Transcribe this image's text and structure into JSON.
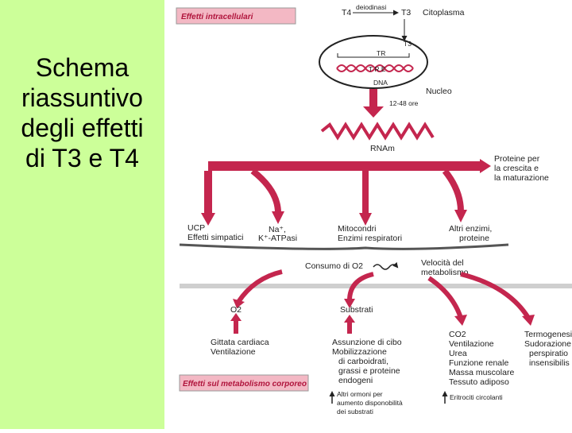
{
  "slide": {
    "title": "Schema\nriassuntivo\ndegli effetti\ndi T3 e T4"
  },
  "colors": {
    "panel": "#ccff99",
    "arrow": "#c4264e",
    "header_bar": "#f3b8c4"
  },
  "top": {
    "header": "Effetti intracellulari",
    "t4": "T4",
    "t3": "T3",
    "deiodinasi": "deiodinasi",
    "citoplasma": "Citoplasma",
    "t3_inner": "T3",
    "tr": "TR",
    "tre": "T R E",
    "dna": "DNA",
    "nucleo": "Nucleo",
    "time": "12-48 ore",
    "rnam": "RNAm"
  },
  "effects": {
    "proteine": [
      "Proteine per",
      "la crescita e",
      "la maturazione"
    ],
    "ucp": [
      "UCP",
      "Effetti simpatici"
    ],
    "na": [
      "Na⁺,",
      "K⁺-ATPasi"
    ],
    "mito": [
      "Mitocondri",
      "Enzimi respiratori"
    ],
    "enzimi": [
      "Altri enzimi,",
      "proteine"
    ],
    "consumo": "Consumo di O2",
    "velocita": [
      "Velocità del",
      "metabolismo"
    ]
  },
  "body": {
    "o2": "O2",
    "substrati": "Substrati",
    "gittata": [
      "Gittata cardiaca",
      "Ventilazione"
    ],
    "assunzione": [
      "Assunzione di cibo",
      "Mobilizzazione",
      "di carboidrati,",
      "grassi e proteine",
      "endogeni"
    ],
    "co2": [
      "CO2",
      "Ventilazione",
      "Urea",
      "Funzione renale",
      "Massa muscolare",
      "Tessuto adiposo"
    ],
    "termo": [
      "Termogenesi",
      "Sudorazione,",
      "perspiratio",
      "insensibilis"
    ],
    "footer": "Effetti sul metabolismo corporeo",
    "altri_ormoni": [
      "Altri ormoni per",
      "aumento disponobilità",
      "dei substrati"
    ],
    "eritrociti": "Eritrociti circolanti"
  }
}
